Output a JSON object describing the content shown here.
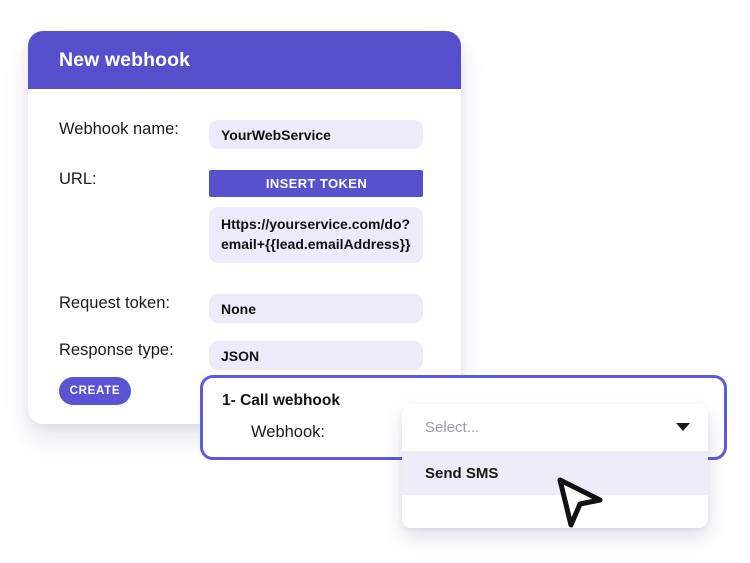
{
  "colors": {
    "brand_purple": "#564FCC",
    "button_purple": "#5850CC",
    "panel_border": "#6059D9",
    "field_bg": "#EBEBFB",
    "option_highlight": "#EDEDFA"
  },
  "card": {
    "header_title": "New webhook",
    "fields": [
      {
        "label": "Webhook name:",
        "value": "YourWebService"
      },
      {
        "label": "URL:",
        "value": "Https://yourservice.com/do?email+{{lead.emailAddress}}"
      },
      {
        "label": "Request token:",
        "value": "None"
      },
      {
        "label": "Response type:",
        "value": "JSON"
      }
    ],
    "insert_token_label": "INSERT TOKEN",
    "create_label": "CREATE"
  },
  "call_panel": {
    "title": "1- Call webhook",
    "field_label": "Webhook:"
  },
  "dropdown": {
    "placeholder": "Select...",
    "chevron_icon": "chevron-down-icon",
    "options": [
      {
        "label": "Send SMS",
        "highlighted": true
      }
    ]
  },
  "cursor": {
    "icon": "mouse-pointer-icon"
  }
}
